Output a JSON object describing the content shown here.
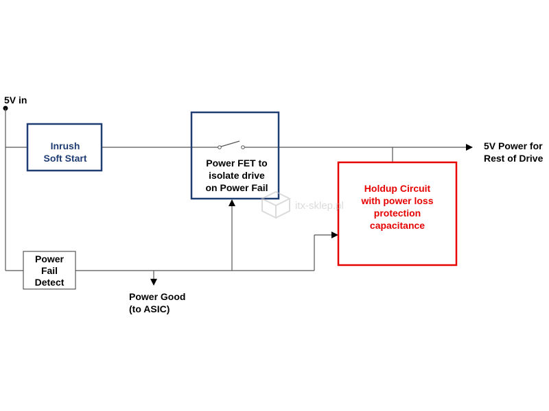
{
  "input_label": "5V in",
  "inrush_box": {
    "line1": "Inrush",
    "line2": "Soft Start"
  },
  "fet_box": {
    "line1": "Power FET to",
    "line2": "isolate drive",
    "line3": "on Power Fail"
  },
  "output_label": {
    "line1": "5V Power for",
    "line2": "Rest of Drive"
  },
  "holdup_box": {
    "line1": "Holdup Circuit",
    "line2": "with power loss",
    "line3": "protection",
    "line4": "capacitance"
  },
  "detect_box": {
    "line1": "Power",
    "line2": "Fail",
    "line3": "Detect"
  },
  "power_good_label": {
    "line1": "Power Good",
    "line2": "(to ASIC)"
  },
  "watermark": {
    "text": "itx-sklep.pl"
  },
  "colors": {
    "wire": "#555555",
    "blue_border": "#1f3c73",
    "blue_text": "#1f3c73",
    "red": "#e60000",
    "black": "#000000",
    "watermark": "#bfbfbf"
  }
}
